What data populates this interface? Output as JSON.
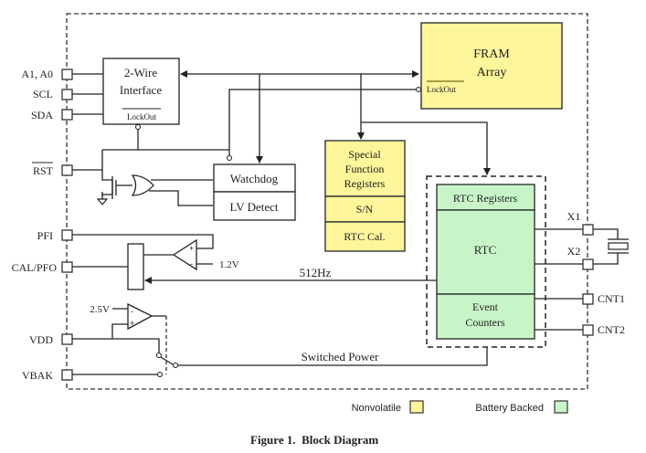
{
  "colors": {
    "nonvolatile": "#fdf69a",
    "battery_backed": "#c8f5c8",
    "line": "#222222"
  },
  "pins_left": [
    {
      "label": "A1, A0"
    },
    {
      "label": "SCL"
    },
    {
      "label": "SDA"
    },
    {
      "label": "RST",
      "overbar": true
    },
    {
      "label": "PFI"
    },
    {
      "label": "CAL/PFO"
    },
    {
      "label": "VDD"
    },
    {
      "label": "VBAK"
    }
  ],
  "pins_right": [
    {
      "label": "X1"
    },
    {
      "label": "X2"
    },
    {
      "label": "CNT1"
    },
    {
      "label": "CNT2"
    }
  ],
  "blocks": {
    "two_wire": {
      "line1": "2-Wire",
      "line2": "Interface",
      "lockout": "LockOut"
    },
    "fram": {
      "line1": "FRAM",
      "line2": "Array",
      "lockout": "LockOut"
    },
    "watchdog": "Watchdog",
    "lv_detect": "LV Detect",
    "sfr": {
      "line1": "Special",
      "line2": "Function",
      "line3": "Registers",
      "sn": "S/N",
      "rtc_cal": "RTC Cal."
    },
    "rtc_registers": "RTC Registers",
    "rtc": "RTC",
    "event_counters": {
      "line1": "Event",
      "line2": "Counters"
    }
  },
  "signals": {
    "v12": "1.2V",
    "v25": "2.5V",
    "hz512": "512Hz",
    "switched_power": "Switched Power",
    "plus": "+",
    "minus": "-"
  },
  "legend": {
    "nonvolatile": "Nonvolatile",
    "battery_backed": "Battery Backed"
  },
  "caption": "Figure 1.  Block Diagram"
}
